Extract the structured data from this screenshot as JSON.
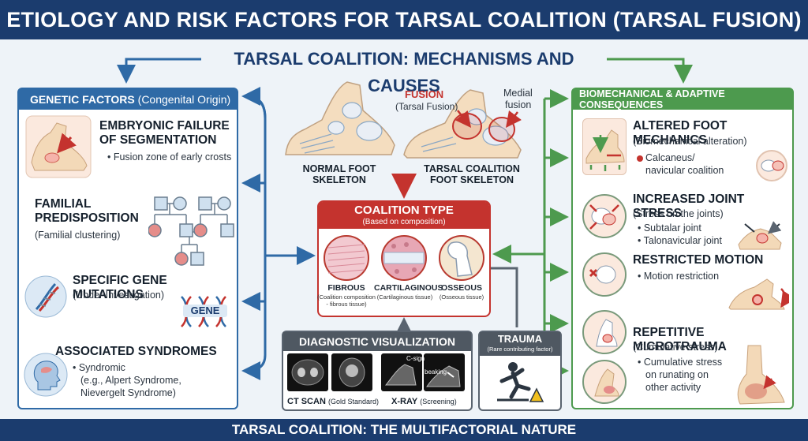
{
  "header": {
    "title": "ETIOLOGY AND RISK FACTORS FOR TARSAL COALITION (TARSAL FUSION)"
  },
  "subtitle": "TARSAL COALITION: MECHANISMS AND CAUSES",
  "footer": {
    "title": "TARSAL COALITION: THE MULTIFACTORIAL NATURE"
  },
  "genetic": {
    "title": "GENETIC FACTORS",
    "title_sub": "(Congenital Origin)",
    "items": [
      {
        "heading": "EMBRYONIC FAILURE OF SEGMENTATION",
        "bullet": "• Fusion zone of early crosts"
      },
      {
        "heading": "FAMILIAL PREDISPOSITION",
        "sub": "(Familial clustering)"
      },
      {
        "heading": "SPECIFIC GENE MUTATIONS",
        "sub": "(Under Investigation)",
        "badge": "GENE"
      },
      {
        "heading": "ASSOCIATED SYNDROMES",
        "bullet": "• Syndromic",
        "bullet2": "(e.g., Alpert Syndrome,",
        "bullet3": "Nievergelt Syndrome)"
      }
    ]
  },
  "feet": {
    "normal": "NORMAL FOOT SKELETON",
    "normal_l1": "NORMAL FOOT",
    "normal_l2": "SKELETON",
    "coalition_l1": "TARSAL COALITION",
    "coalition_l2": "FOOT SKELETON",
    "fusion": "FUSION",
    "fusion_sub": "(Tarsal Fusion)",
    "medial_l1": "Medial",
    "medial_l2": "fusion"
  },
  "coalition_type": {
    "title": "COALITION TYPE",
    "sub": "(Based on composition)",
    "types": [
      {
        "name": "FIBROUS",
        "sub1": "(Coalition composition",
        "sub2": "- fibrous tissue)",
        "color": "#f2c9d0"
      },
      {
        "name": "CARTILAGINOUS",
        "sub1": "(Cartilaginous tissue)",
        "sub2": "",
        "color": "#e7a7b5"
      },
      {
        "name": "OSSEOUS",
        "sub1": "(Osseous tissue)",
        "sub2": "",
        "color": "#f4e6d0"
      }
    ]
  },
  "diagnostic": {
    "title": "DIAGNOSTIC VISUALIZATION",
    "ct": "CT SCAN",
    "ct_sub": "(Gold Standard)",
    "xray": "X-RAY",
    "xray_sub": "(Screening)",
    "xray_note1": "C-sign",
    "xray_note2": "beaking"
  },
  "trauma": {
    "title": "TRAUMA",
    "sub": "(Rare contributing factor)"
  },
  "biomech": {
    "title": "BIOMECHANICAL & ADAPTIVE CONSEQUENCES",
    "items": [
      {
        "heading": "ALTERED FOOT MECHANICS",
        "sub": "(Biomechanical alteration)",
        "bullet": "Calcaneus/",
        "bullet2": "navicular coalition"
      },
      {
        "heading": "INCREASED JOINT STRESS",
        "sub": "(Stress on the joints)",
        "bullet": "• Subtalar joint",
        "bullet2": "• Talonavicular joint"
      },
      {
        "heading": "RESTRICTED MOTION",
        "bullet": "• Motion restriction"
      },
      {
        "heading": "REPETITIVE MICROTRAUMA",
        "sub": "(Cumulative stress)",
        "bullet": "• Cumulative stress",
        "bullet2": "on runating on",
        "bullet3": "other activity"
      }
    ]
  },
  "colors": {
    "navy": "#1b3c6e",
    "blue": "#2f6aa6",
    "green": "#4d9a4e",
    "red": "#c4332e",
    "gray": "#4f5862"
  }
}
